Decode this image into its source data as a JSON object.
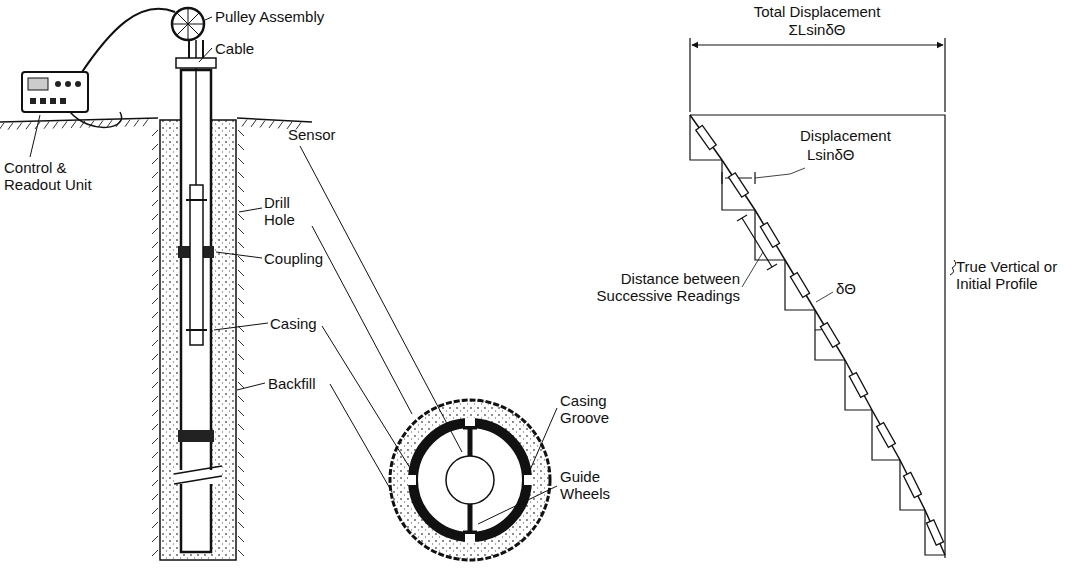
{
  "diagram": {
    "labels": [
      "Pulley Assembly",
      "Cable",
      "Control & Readout Unit",
      "Sensor",
      "Drill Hole",
      "Coupling",
      "Casing",
      "Backfill",
      "Casing Groove",
      "Guide Wheels",
      "Total Displacement",
      "ΣLsinδΘ",
      "Displacement",
      "LsinδΘ",
      "δΘ",
      "Distance between Successive Readings",
      "True Vertical or Initial Profile"
    ]
  }
}
